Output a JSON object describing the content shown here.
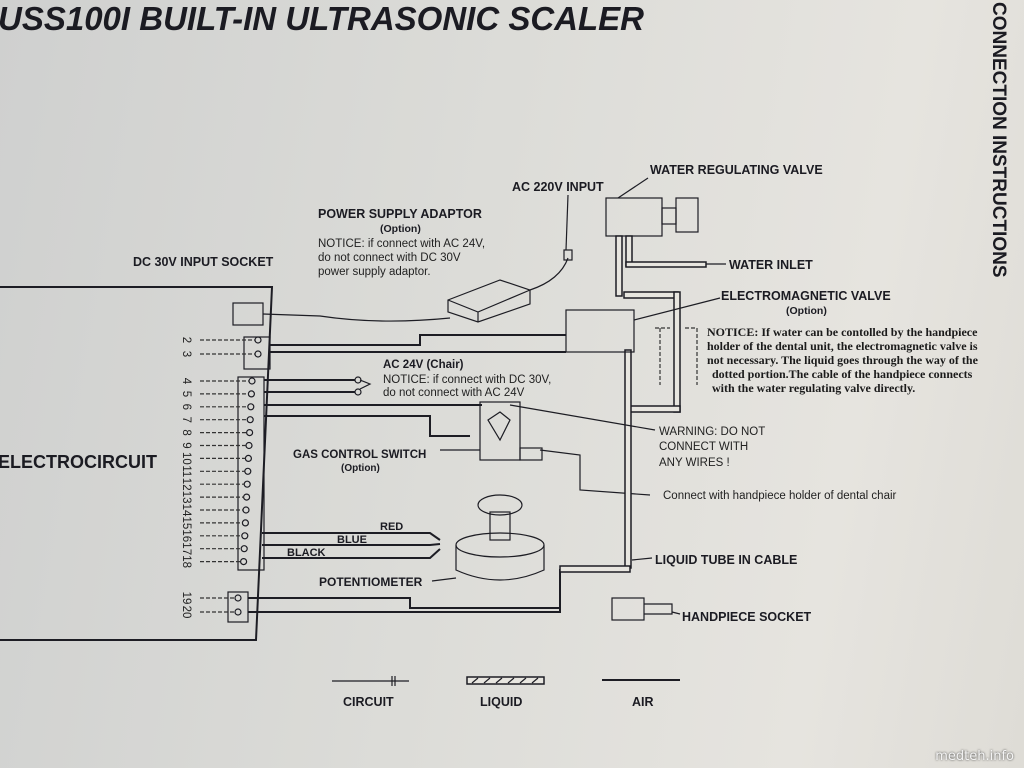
{
  "title": "USS100I BUILT-IN ULTRASONIC SCALER",
  "side_title": "CONNECTION INSTRUCTIONS",
  "labels": {
    "ac220": "AC 220V INPUT",
    "water_reg_valve": "WATER REGULATING VALVE",
    "water_inlet": "WATER INLET",
    "psu": "POWER SUPPLY ADAPTOR",
    "psu_option": "(Option)",
    "psu_notice": [
      "NOTICE: if connect with AC 24V,",
      "do not connect with DC 30V",
      "power supply adaptor."
    ],
    "dc30": "DC 30V INPUT SOCKET",
    "em_valve": "ELECTROMAGNETIC VALVE",
    "em_option": "(Option)",
    "em_notice": [
      "NOTICE: If water can be contolled by the handpiece",
      "holder of the dental unit, the electromagnetic valve is",
      "not necessary. The liquid goes through the way of the",
      "dotted portion.The cable of the handpiece connects",
      "with the water regulating valve directly."
    ],
    "ac24": "AC 24V (Chair)",
    "ac24_notice": [
      "NOTICE: if connect with DC 30V,",
      "do not connect with AC 24V"
    ],
    "warning": [
      "WARNING: DO NOT",
      "CONNECT WITH",
      "ANY WIRES !"
    ],
    "gas_switch": "GAS CONTROL SWITCH",
    "gas_option": "(Option)",
    "electrocircuit": "ELECTROCIRCUIT",
    "handpiece_holder": "Connect with handpiece holder of dental chair",
    "red": "RED",
    "blue": "BLUE",
    "black": "BLACK",
    "potentiometer": "POTENTIOMETER",
    "liquid_tube": "LIQUID TUBE IN CABLE",
    "handpiece_socket": "HANDPIECE SOCKET"
  },
  "pins": [
    "2",
    "3",
    "4",
    "5",
    "6",
    "7",
    "8",
    "9",
    "10",
    "11",
    "12",
    "13",
    "14",
    "15",
    "16",
    "17",
    "18",
    "19",
    "20"
  ],
  "legend": {
    "circuit": "CIRCUIT",
    "liquid": "LIQUID",
    "air": "AIR"
  },
  "watermark": "medteh.info"
}
